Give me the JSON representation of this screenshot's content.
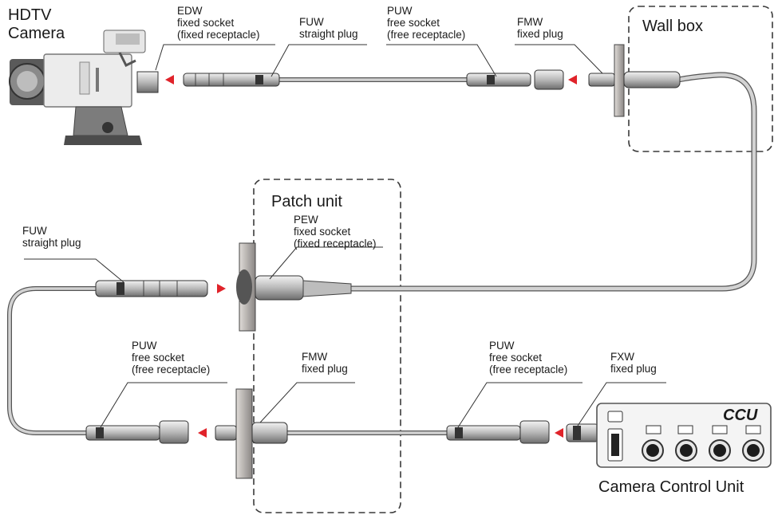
{
  "title": {
    "line1": "HDTV",
    "line2": "Camera"
  },
  "labels": {
    "edw": {
      "l1": "EDW",
      "l2": "fixed socket",
      "l3": "(fixed receptacle)"
    },
    "fuw_top": {
      "l1": "FUW",
      "l2": "straight plug"
    },
    "puw_top": {
      "l1": "PUW",
      "l2": "free socket",
      "l3": "(free receptacle)"
    },
    "fmw_top": {
      "l1": "FMW",
      "l2": "fixed plug"
    },
    "wall_box": "Wall box",
    "patch_unit": "Patch unit",
    "pew": {
      "l1": "PEW",
      "l2": "fixed socket",
      "l3": "(fixed receptacle)"
    },
    "fuw_left": {
      "l1": "FUW",
      "l2": "straight plug"
    },
    "puw_bottom_left": {
      "l1": "PUW",
      "l2": "free socket",
      "l3": "(free receptacle)"
    },
    "fmw_bottom": {
      "l1": "FMW",
      "l2": "fixed plug"
    },
    "puw_bottom_right": {
      "l1": "PUW",
      "l2": "free socket",
      "l3": "(free receptacle)"
    },
    "fxw": {
      "l1": "FXW",
      "l2": "fixed plug"
    },
    "ccu_badge": "CCU",
    "ccu_caption": "Camera Control Unit"
  },
  "colors": {
    "arrow": "#e0232a",
    "cable": "#c8c8c8",
    "cable_edge": "#555555",
    "dash": "#3a3a3a"
  }
}
